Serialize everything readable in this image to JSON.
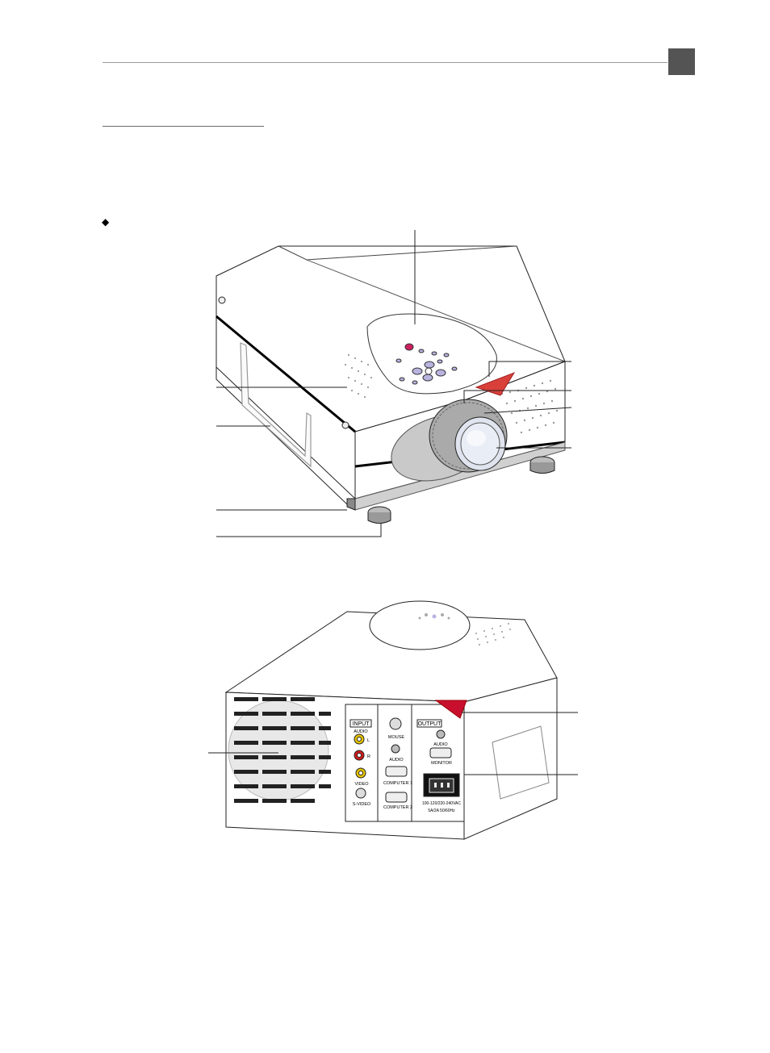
{
  "header": {
    "chapter_tab_color": "#545454"
  },
  "bullet_glyph": "◆",
  "rear_panel": {
    "input_label": "INPUT",
    "audio_label": "AUDIO",
    "audio_left": "L",
    "audio_right": "R",
    "video_label": "VIDEO",
    "svideo_label": "S-VIDEO",
    "mouse_label": "MOUSE",
    "audio_in_label": "AUDIO",
    "computer1_label": "COMPUTER 1",
    "computer2_label": "COMPUTER 2",
    "output_label": "OUTPUT",
    "audio_out_label": "AUDIO",
    "monitor_label": "MONITOR",
    "power_rating_1": "100-120/220-240VAC",
    "power_rating_2": "5A/2A  50/60Hz"
  },
  "colors": {
    "ir_receiver": "#d9403a",
    "lens": "#dfe4ee",
    "keypad_buttons": "#b9b3e0",
    "power_key": "#cc2060",
    "rca_yellow": "#e6c400",
    "rca_red": "#d21c1c"
  }
}
